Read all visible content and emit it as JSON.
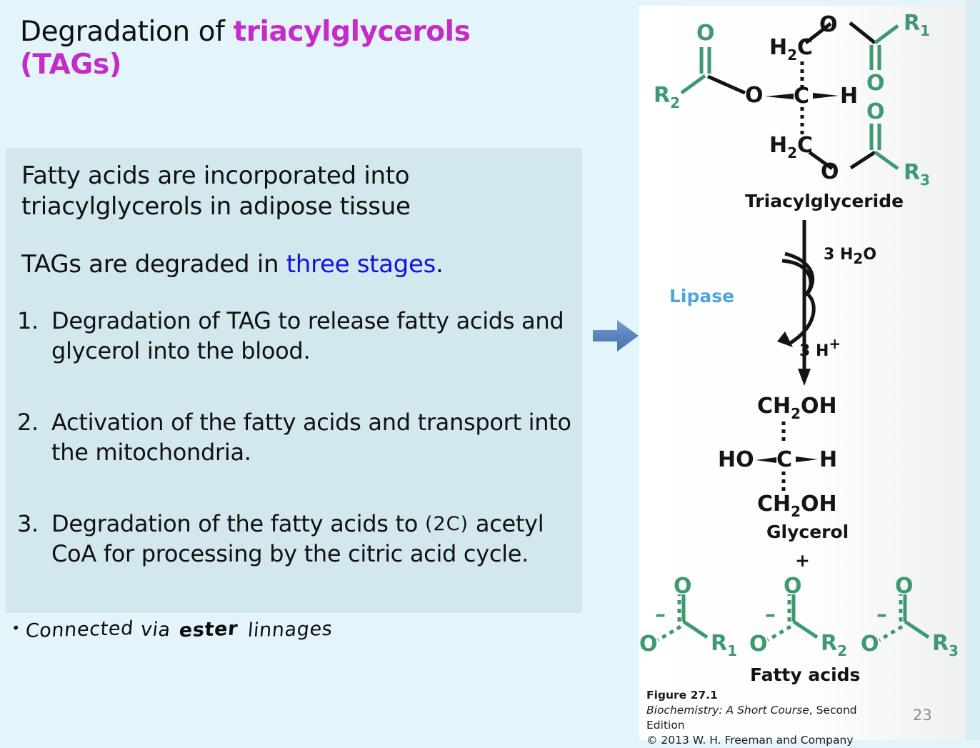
{
  "slide": {
    "title_plain": "Degradation of ",
    "title_highlight": "triacylglycerols (TAGs)",
    "title_highlight_color": "#c42cc9",
    "background_color": "#e4f4fb",
    "content_box_color": "#d3e7ef"
  },
  "body": {
    "paragraph_1": "Fatty acids are  incorporated into triacylglycerols in adipose tissue",
    "paragraph_2_before": "TAGs are degraded in ",
    "paragraph_2_highlight": "three stages",
    "paragraph_2_after": ".",
    "paragraph_2_highlight_color": "#1414d8",
    "items": [
      {
        "number": "1.",
        "text": "Degradation of TAG to release fatty acids and glycerol into the blood."
      },
      {
        "number": "2.",
        "text": "Activation of the fatty acids and transport into the mitochondria."
      },
      {
        "number": "3.",
        "text_before": "Degradation of the fatty acids to ",
        "handwritten_insert": "(2C)",
        "text_after": " acetyl CoA for processing by the citric acid cycle."
      }
    ]
  },
  "handwritten_note": {
    "bullet": "•",
    "word_1": "Connected",
    "word_2": "via",
    "word_3": "ester",
    "word_4": "linnages"
  },
  "pointer_arrow": {
    "color": "#5580bd",
    "direction": "right"
  },
  "figure": {
    "molecule_label_top": "Triacylglyceride",
    "molecule_label_middle": "Glycerol",
    "molecule_label_bottom": "Fatty acids",
    "plus_sign": "+",
    "enzyme_label": "Lipase",
    "enzyme_label_color": "#4fa6dd",
    "reactant_label": "3 H",
    "reactant_sub": "2",
    "reactant_tail": "O",
    "product_label": "3 H",
    "product_sup": "+",
    "green_color": "#3e9970",
    "atoms": {
      "oxygen": "O",
      "hydrogen": "H",
      "carbon": "C",
      "methylene": "H",
      "methylene_sub": "2",
      "methylene_c": "C",
      "hydroxyl": "HO",
      "ch2oh_c": "CH",
      "ch2oh_sub": "2",
      "ch2oh_oh": "OH",
      "r1": "R",
      "r1_sub": "1",
      "r2": "R",
      "r2_sub": "2",
      "r3": "R",
      "r3_sub": "3",
      "minus": "–"
    },
    "caption_line_1": "Figure 27.1",
    "caption_line_2_italic": "Biochemistry: A Short Course",
    "caption_line_2_rest": ", Second Edition",
    "caption_line_3": "© 2013 W. H. Freeman and Company"
  },
  "page_number": "23"
}
